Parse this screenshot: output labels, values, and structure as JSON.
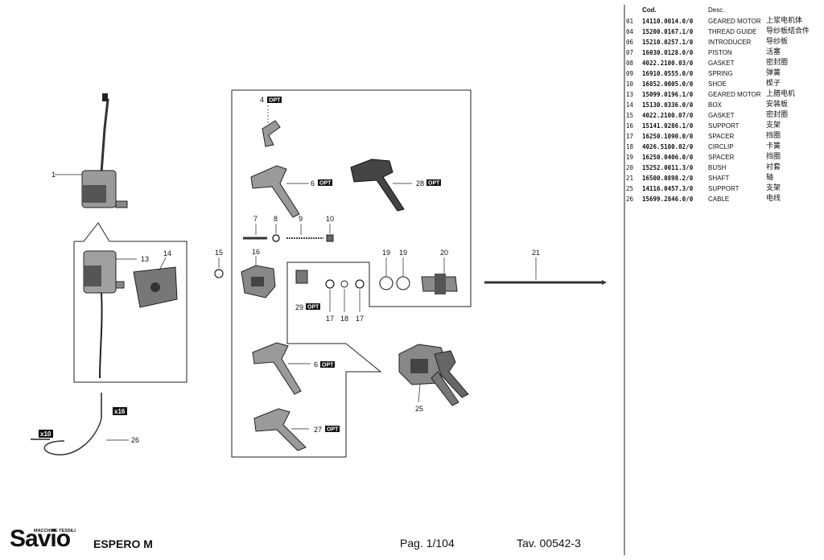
{
  "parts_table": {
    "header_code": "Cod.",
    "header_desc": "Desc.",
    "rows": [
      {
        "no": "01",
        "code": "14110.0014.0/0",
        "desc": "GEARED MOTOR",
        "cn": "上浆电机体"
      },
      {
        "no": "04",
        "code": "15200.0167.1/0",
        "desc": "THREAD GUIDE",
        "cn": "导纱板结合件"
      },
      {
        "no": "06",
        "code": "15210.0257.1/0",
        "desc": "INTRODUCER",
        "cn": "导纱板"
      },
      {
        "no": "07",
        "code": "16030.0128.0/0",
        "desc": "PISTON",
        "cn": "活塞"
      },
      {
        "no": "08",
        "code": "4022.2100.03/0",
        "desc": "GASKET",
        "cn": "密封圈"
      },
      {
        "no": "09",
        "code": "16910.0555.0/0",
        "desc": "SPRING",
        "cn": "弹簧"
      },
      {
        "no": "10",
        "code": "16852.0005.0/0",
        "desc": "SHOE",
        "cn": "楔子"
      },
      {
        "no": "13",
        "code": "15099.0196.1/0",
        "desc": "GEARED MOTOR",
        "cn": "上腊电机"
      },
      {
        "no": "14",
        "code": "15130.0336.0/0",
        "desc": "BOX",
        "cn": "安装板"
      },
      {
        "no": "15",
        "code": "4022.2100.07/0",
        "desc": "GASKET",
        "cn": "密封圈"
      },
      {
        "no": "16",
        "code": "15141.0286.1/0",
        "desc": "SUPPORT",
        "cn": "支架"
      },
      {
        "no": "17",
        "code": "16250.1090.0/0",
        "desc": "SPACER",
        "cn": "挡圈"
      },
      {
        "no": "18",
        "code": "4026.5100.02/0",
        "desc": "CIRCLIP",
        "cn": "卡簧"
      },
      {
        "no": "19",
        "code": "16250.0406.0/0",
        "desc": "SPACER",
        "cn": "挡圈"
      },
      {
        "no": "20",
        "code": "15252.0011.3/0",
        "desc": "BUSH",
        "cn": "衬套"
      },
      {
        "no": "21",
        "code": "16500.0898.2/0",
        "desc": "SHAFT",
        "cn": "轴"
      },
      {
        "no": "25",
        "code": "14116.0457.3/0",
        "desc": "SUPPORT",
        "cn": "支架"
      },
      {
        "no": "26",
        "code": "15699.2846.0/0",
        "desc": "CABLE",
        "cn": "电线"
      }
    ]
  },
  "callouts": {
    "c1": "1",
    "c4": "4",
    "c6a": "6",
    "c6b": "6",
    "c7": "7",
    "c8": "8",
    "c9": "9",
    "c10": "10",
    "c13": "13",
    "c14": "14",
    "c15": "15",
    "c16": "16",
    "c17a": "17",
    "c17b": "17",
    "c18": "18",
    "c19a": "19",
    "c19b": "19",
    "c20": "20",
    "c21": "21",
    "c25": "25",
    "c26": "26",
    "c27": "27",
    "c28": "28",
    "c29": "29"
  },
  "opt_label": "OPT",
  "qty_labels": {
    "q16": "x16",
    "q10": "x10"
  },
  "footer": {
    "brand": "Savio",
    "brand_tagline": "MACCHINE TESSILI",
    "model": "ESPERO M",
    "page": "Pag. 1/104",
    "table": "Tav. 00542-3"
  }
}
